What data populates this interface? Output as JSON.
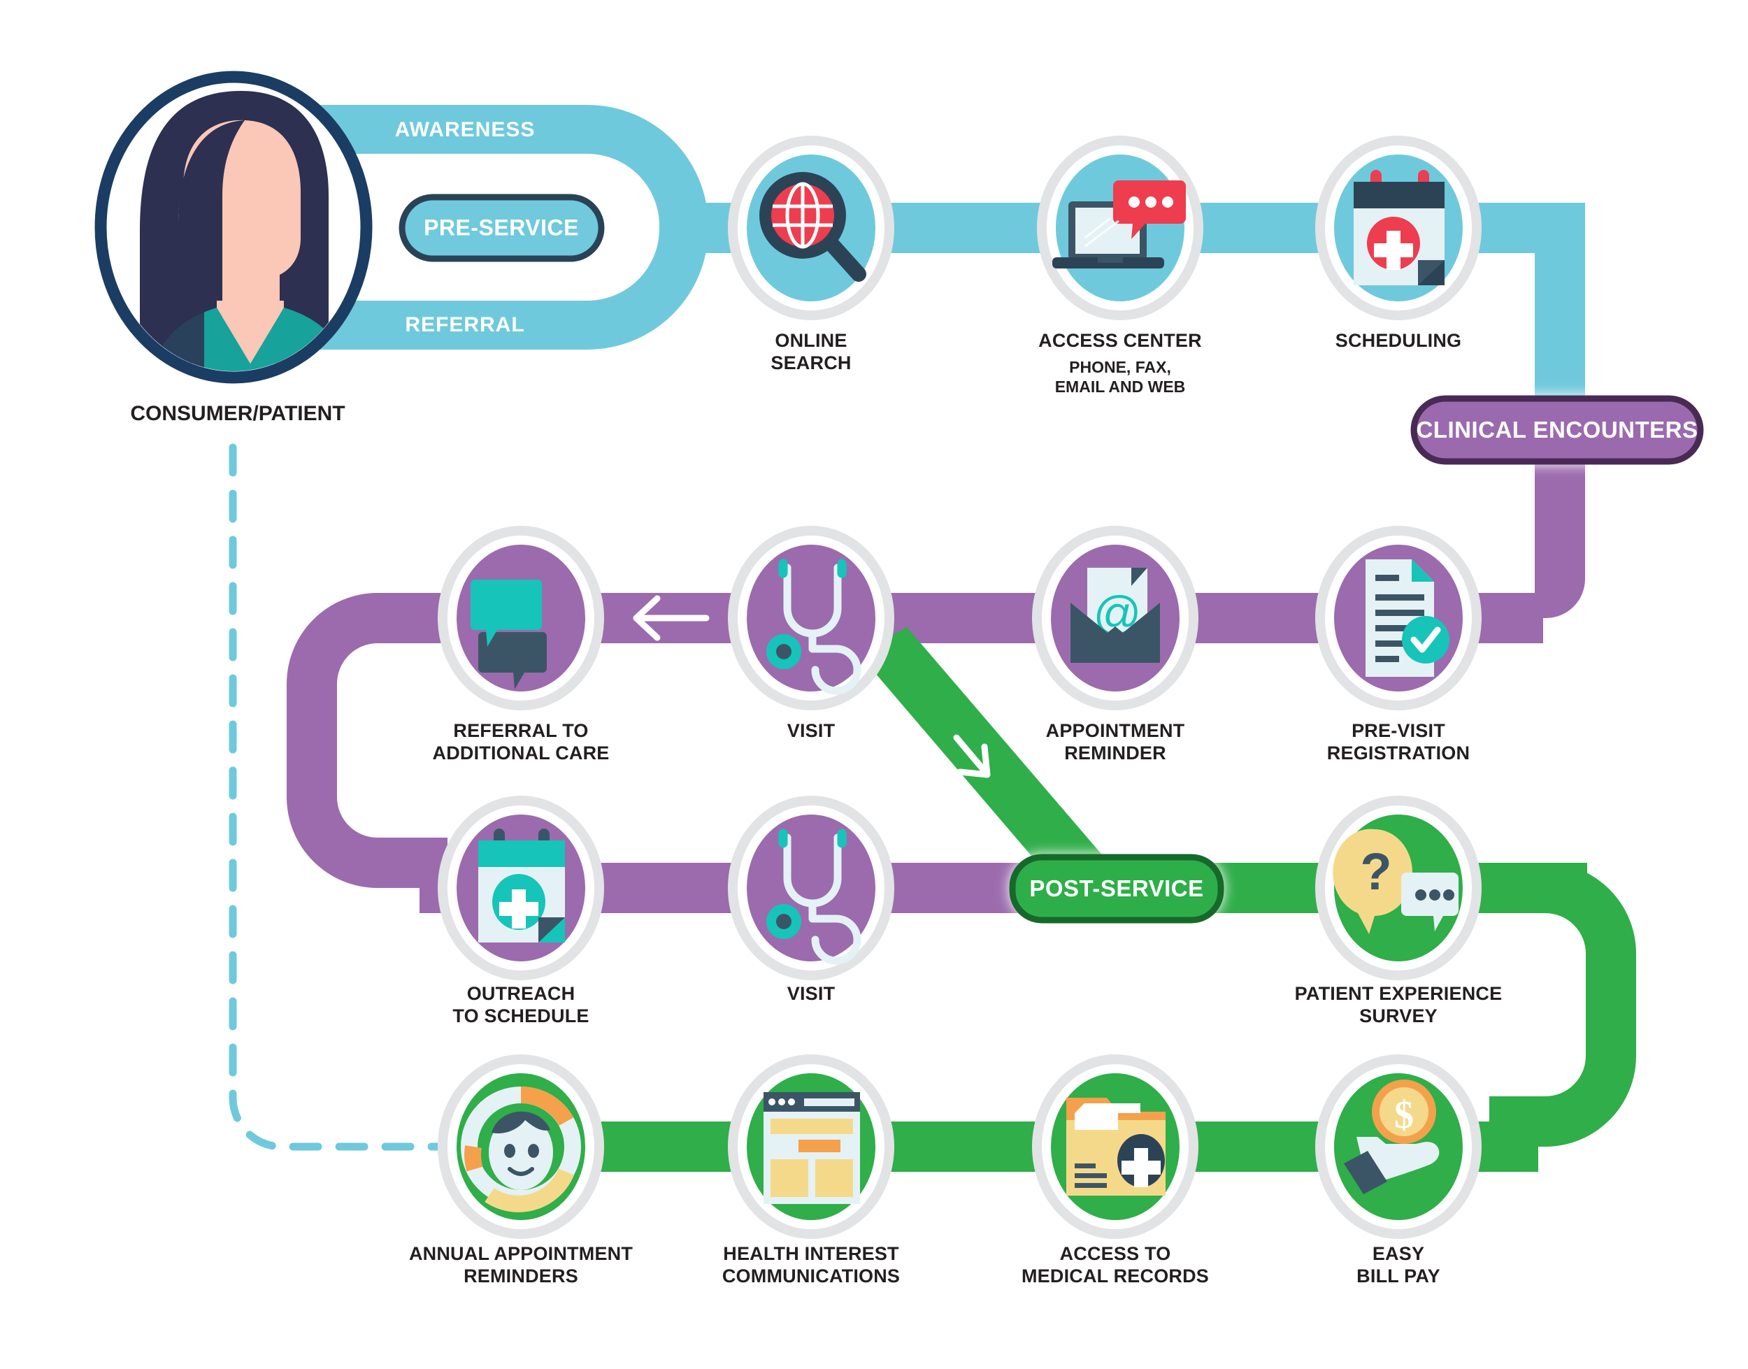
{
  "title": "Consumer / Patient Healthcare Journey",
  "colors": {
    "teal": "#6FC9DC",
    "teal_dark": "#2C4356",
    "purple": "#9B6BAE",
    "purple_dark": "#4A2B55",
    "green": "#2FAE49",
    "green_dark": "#16692A",
    "ring": "#E2E3E4",
    "text": "#231F20",
    "red": "#EE3D4F",
    "navy": "#1B3D63",
    "aqua": "#16C4BA",
    "orange": "#F5A04B",
    "cream": "#F5D98A"
  },
  "persona": {
    "label": "CONSUMER/PATIENT",
    "avatar_icon": "woman-avatar-icon"
  },
  "bands": {
    "awareness": "AWARENESS",
    "referral": "REFERRAL"
  },
  "stage_pills": [
    {
      "id": "pre-service",
      "label": "PRE-SERVICE",
      "color": "#6FC9DC",
      "border": "#2C4356"
    },
    {
      "id": "clinical-encounters",
      "label": "CLINICAL ENCOUNTERS",
      "color": "#9B6BAE",
      "border": "#4A2B55"
    },
    {
      "id": "post-service",
      "label": "POST-SERVICE",
      "color": "#2FAE49",
      "border": "#16692A"
    }
  ],
  "rows": [
    {
      "id": "pre-service-row",
      "color": "#6FC9DC",
      "nodes": [
        {
          "id": "online-search",
          "icon": "globe-magnifier-icon",
          "label": "ONLINE\nSEARCH",
          "sublabel": ""
        },
        {
          "id": "access-center",
          "icon": "laptop-chat-icon",
          "label": "ACCESS CENTER",
          "sublabel": "PHONE, FAX,\nEMAIL AND WEB"
        },
        {
          "id": "scheduling",
          "icon": "calendar-cross-icon",
          "label": "SCHEDULING",
          "sublabel": ""
        }
      ]
    },
    {
      "id": "clinical-encounters-row-1",
      "color": "#9B6BAE",
      "nodes": [
        {
          "id": "referral-to-additional-care",
          "icon": "speech-bubbles-icon",
          "label": "REFERRAL TO\nADDITIONAL CARE",
          "sublabel": ""
        },
        {
          "id": "visit-1",
          "icon": "stethoscope-icon",
          "label": "VISIT",
          "sublabel": ""
        },
        {
          "id": "appointment-reminder",
          "icon": "email-at-icon",
          "label": "APPOINTMENT\nREMINDER",
          "sublabel": ""
        },
        {
          "id": "pre-visit-registration",
          "icon": "document-check-icon",
          "label": "PRE-VISIT\nREGISTRATION",
          "sublabel": ""
        }
      ]
    },
    {
      "id": "clinical-encounters-row-2",
      "color": "#9B6BAE",
      "nodes": [
        {
          "id": "outreach-to-schedule",
          "icon": "calendar-plus-icon",
          "label": "OUTREACH\nTO SCHEDULE",
          "sublabel": ""
        },
        {
          "id": "visit-2",
          "icon": "stethoscope-icon",
          "label": "VISIT",
          "sublabel": ""
        },
        {
          "id": "patient-experience-survey",
          "icon": "question-chat-icon",
          "label": "PATIENT EXPERIENCE\nSURVEY",
          "sublabel": ""
        }
      ]
    },
    {
      "id": "post-service-row",
      "color": "#2FAE49",
      "nodes": [
        {
          "id": "annual-appointment-reminders",
          "icon": "person-donut-icon",
          "label": "ANNUAL APPOINTMENT\nREMINDERS",
          "sublabel": ""
        },
        {
          "id": "health-interest-communications",
          "icon": "browser-window-icon",
          "label": "HEALTH INTEREST\nCOMMUNICATIONS",
          "sublabel": ""
        },
        {
          "id": "access-to-medical-records",
          "icon": "medical-folder-icon",
          "label": "ACCESS TO\nMEDICAL RECORDS",
          "sublabel": ""
        },
        {
          "id": "easy-bill-pay",
          "icon": "hand-coin-icon",
          "label": "EASY\nBILL PAY",
          "sublabel": ""
        }
      ]
    }
  ],
  "connectors": {
    "left_arrow": "←",
    "diagonal_arrow": "↘",
    "dashed_return_label": ""
  }
}
